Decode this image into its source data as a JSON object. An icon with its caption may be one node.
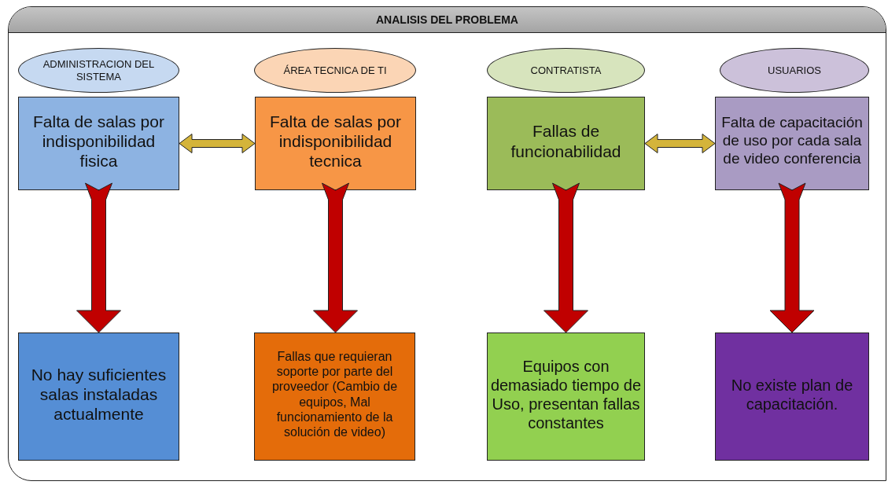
{
  "diagram": {
    "nodes": [
      {
        "text": [
          "ANALISIS DEL PROBLEMA"
        ]
      },
      {
        "text": [
          "ADMINISTRACION DEL SISTEMA"
        ],
        "in": 0
      },
      {
        "text": [
          "ÁREA TECNICA DE TI"
        ],
        "in": 0
      },
      {
        "text": [
          "CONTRATISTA"
        ],
        "in": 0
      },
      {
        "text": [
          "USUARIOS"
        ],
        "in": 0
      },
      {
        "text": [
          "Falta de salas por indisponibilidad fisica"
        ],
        "in": 0
      },
      {
        "text": [
          "Falta de salas por indisponibilidad tecnica"
        ],
        "in": 0
      },
      {
        "text": [
          "Fallas de funcionabilidad"
        ],
        "in": 0
      },
      {
        "text": [
          "Falta de capacitación de uso por  cada sala de video conferencia"
        ],
        "in": 0
      },
      {
        "text": [
          "No hay suficientes salas instaladas actualmente"
        ],
        "in": 0
      },
      {
        "text": [
          "Fallas que requieran soporte por parte del proveedor (Cambio de equipos, Mal funcionamiento de la solución de video)"
        ],
        "in": 0
      },
      {
        "text": [
          "Equipos con demasiado tiempo de Uso, presentan fallas constantes"
        ],
        "in": 0
      },
      {
        "text": [
          "No existe plan de capacitación."
        ],
        "in": 0
      }
    ],
    "edges": [
      {
        "from": 5,
        "to": 6,
        "arrow": "both",
        "color": "#d4b43a"
      },
      {
        "from": 7,
        "to": 8,
        "arrow": "both",
        "color": "#d4b43a"
      },
      {
        "from": 5,
        "to": 9,
        "arrow": "to"
      },
      {
        "from": 6,
        "to": 10,
        "arrow": "to"
      },
      {
        "from": 7,
        "to": 11,
        "arrow": "to"
      },
      {
        "from": 8,
        "to": 12,
        "arrow": "to"
      }
    ]
  }
}
